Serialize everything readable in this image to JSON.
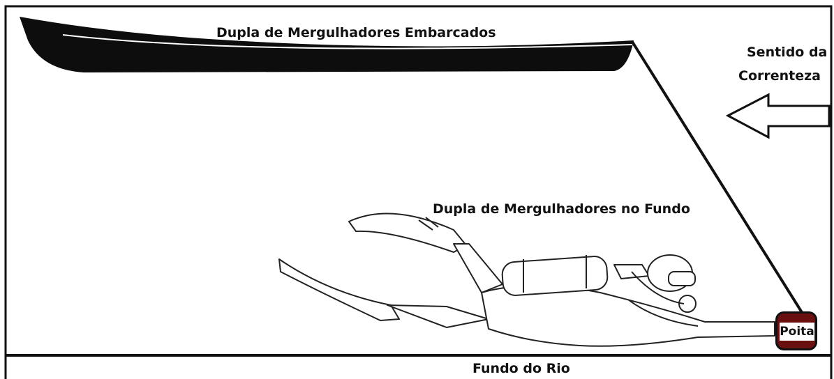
{
  "labels": {
    "boat": "Dupla de Mergulhadores Embarcados",
    "diver": "Dupla de Mergulhadores no Fundo",
    "current_line1": "Sentido da",
    "current_line2": "Correnteza",
    "riverbed": "Fundo do Rio",
    "anchor": "Poita"
  },
  "icons": {
    "boat": "canoe-icon",
    "diver": "scuba-diver-icon",
    "current": "left-arrow-icon",
    "anchor": "anchor-weight-icon"
  },
  "colors": {
    "outline": "#111111",
    "boat": "#0d0d0d",
    "anchor": "#6b1010",
    "background": "#ffffff"
  }
}
